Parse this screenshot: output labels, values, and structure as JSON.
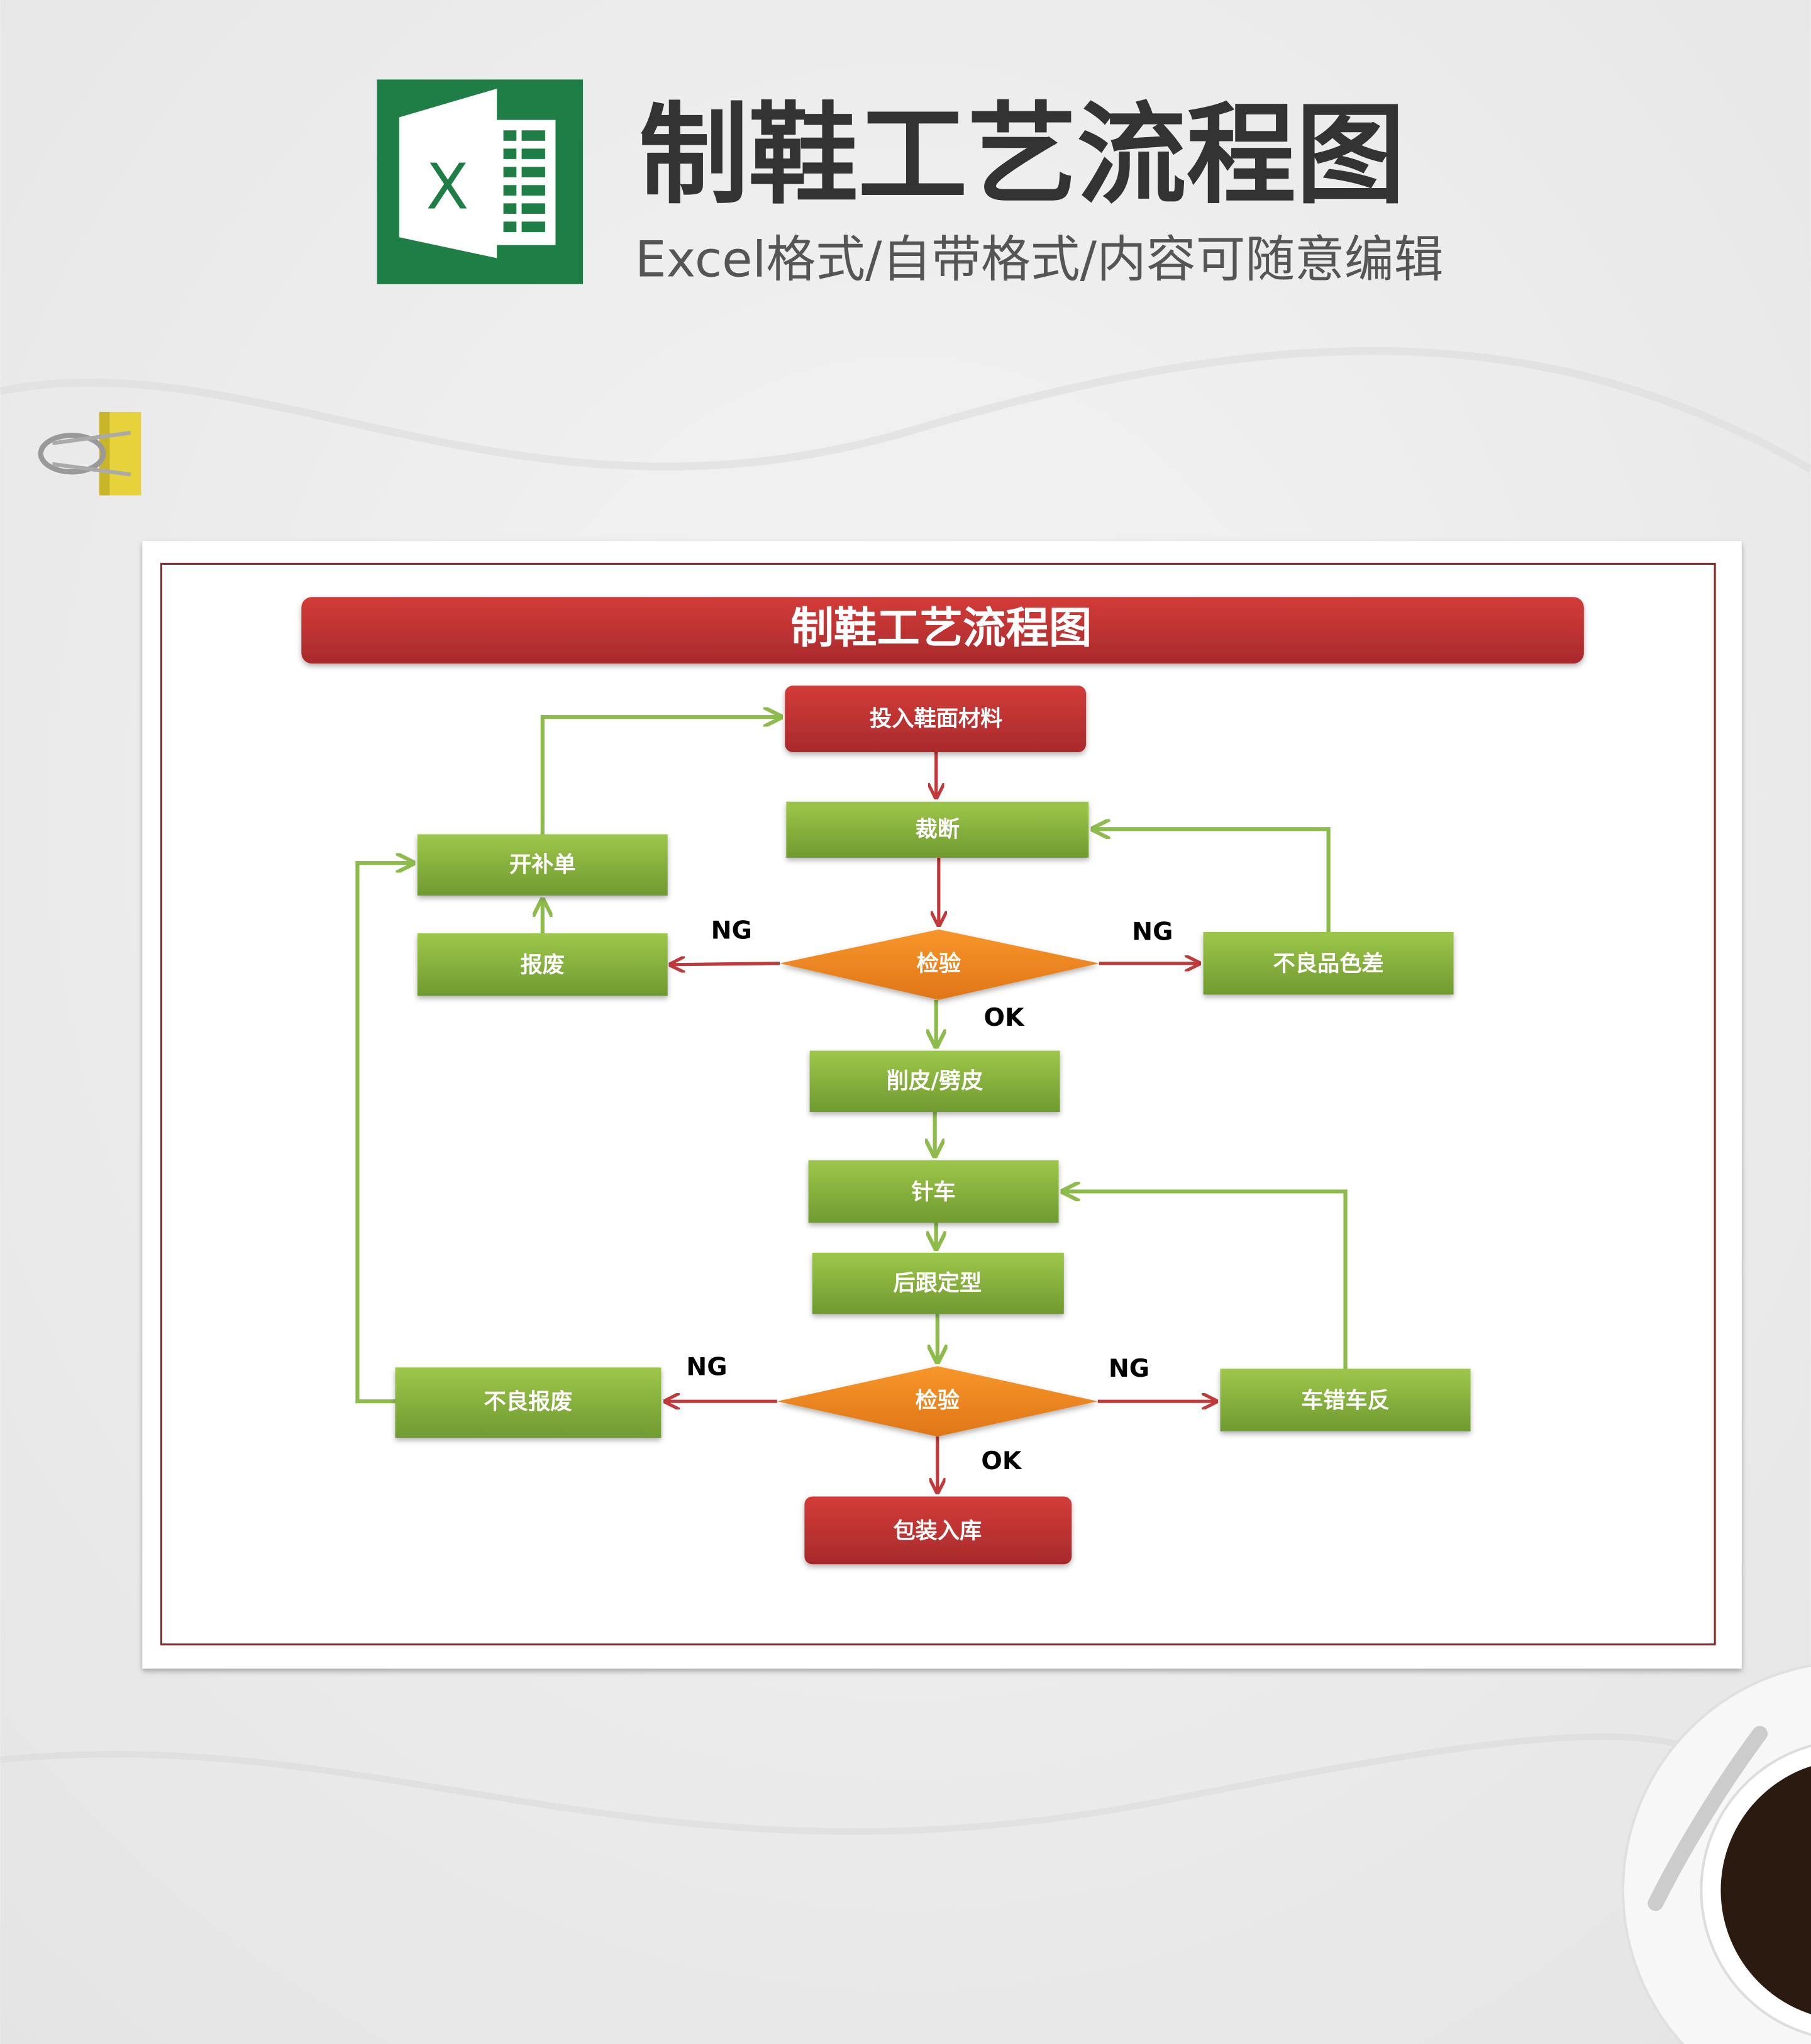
{
  "header": {
    "title": "制鞋工艺流程图",
    "subtitle": "Excel格式/自带格式/内容可随意编辑",
    "logo_letter": "X"
  },
  "sheet": {
    "banner_title": "制鞋工艺流程图"
  },
  "nodes": {
    "input_material": "投入鞋面材料",
    "cutting": "裁断",
    "open_supplement": "开补单",
    "scrap": "报废",
    "inspect1": "检验",
    "color_defect": "不良品色差",
    "skiving": "削皮/劈皮",
    "stitching": "针车",
    "heel_shaping": "后跟定型",
    "inspect2": "检验",
    "defect_scrap": "不良报废",
    "sewing_error": "车错车反",
    "packing": "包装入库"
  },
  "labels": {
    "ng1_left": "NG",
    "ng1_right": "NG",
    "ok1": "OK",
    "ng2_left": "NG",
    "ng2_right": "NG",
    "ok2": "OK"
  },
  "colors": {
    "red": "#c0393b",
    "green": "#8dbb4c",
    "orange": "#f0861f",
    "excel": "#1e7e45"
  }
}
